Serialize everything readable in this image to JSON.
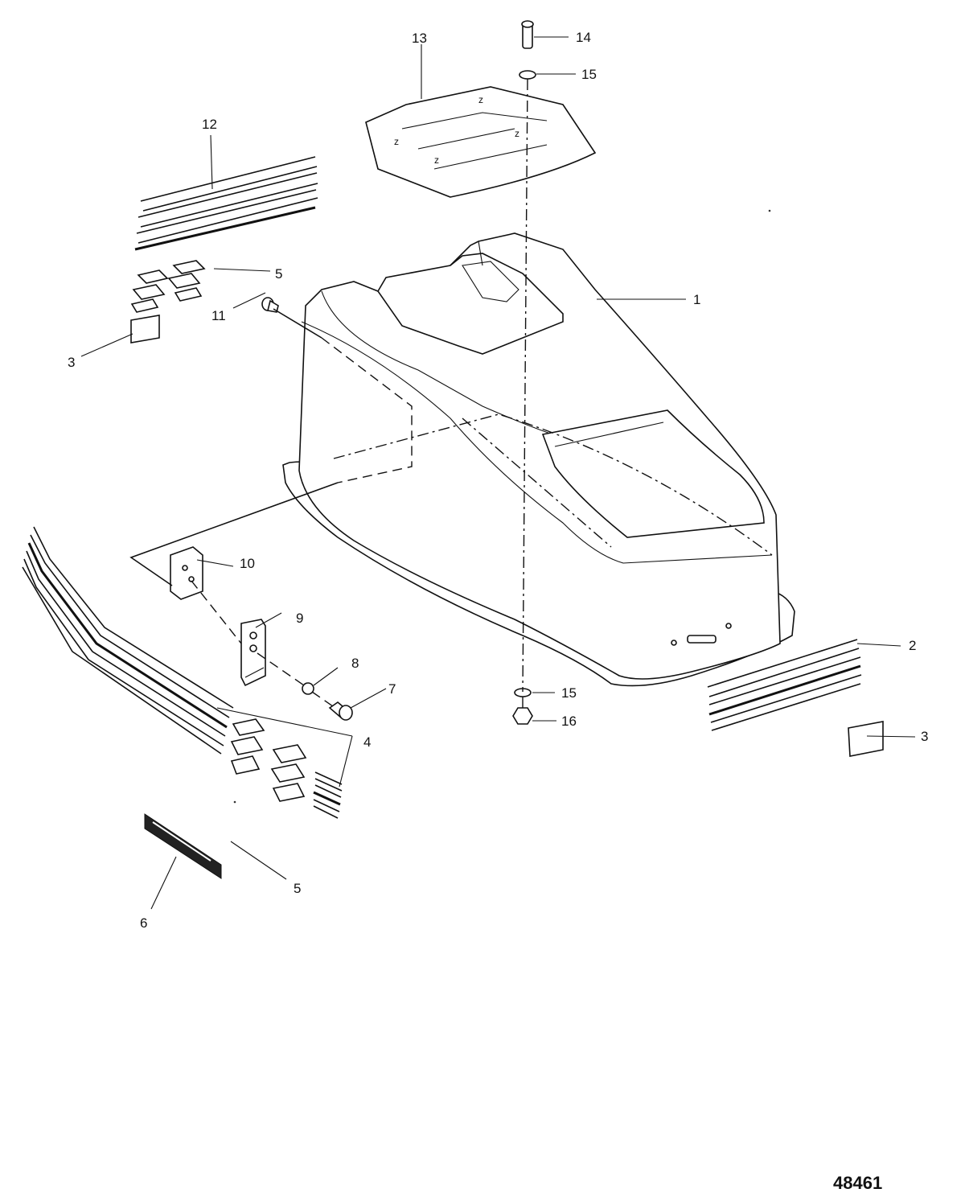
{
  "figure_number": "48461",
  "callouts": [
    {
      "id": "1",
      "text": "1"
    },
    {
      "id": "2",
      "text": "2"
    },
    {
      "id": "3a",
      "text": "3"
    },
    {
      "id": "3b",
      "text": "3"
    },
    {
      "id": "4",
      "text": "4"
    },
    {
      "id": "5a",
      "text": "5"
    },
    {
      "id": "5b",
      "text": "5"
    },
    {
      "id": "6",
      "text": "6"
    },
    {
      "id": "7",
      "text": "7"
    },
    {
      "id": "8",
      "text": "8"
    },
    {
      "id": "9",
      "text": "9"
    },
    {
      "id": "10",
      "text": "10"
    },
    {
      "id": "11",
      "text": "11"
    },
    {
      "id": "12",
      "text": "12"
    },
    {
      "id": "13",
      "text": "13"
    },
    {
      "id": "14",
      "text": "14"
    },
    {
      "id": "15a",
      "text": "15"
    },
    {
      "id": "15b",
      "text": "15"
    },
    {
      "id": "16",
      "text": "16"
    }
  ]
}
